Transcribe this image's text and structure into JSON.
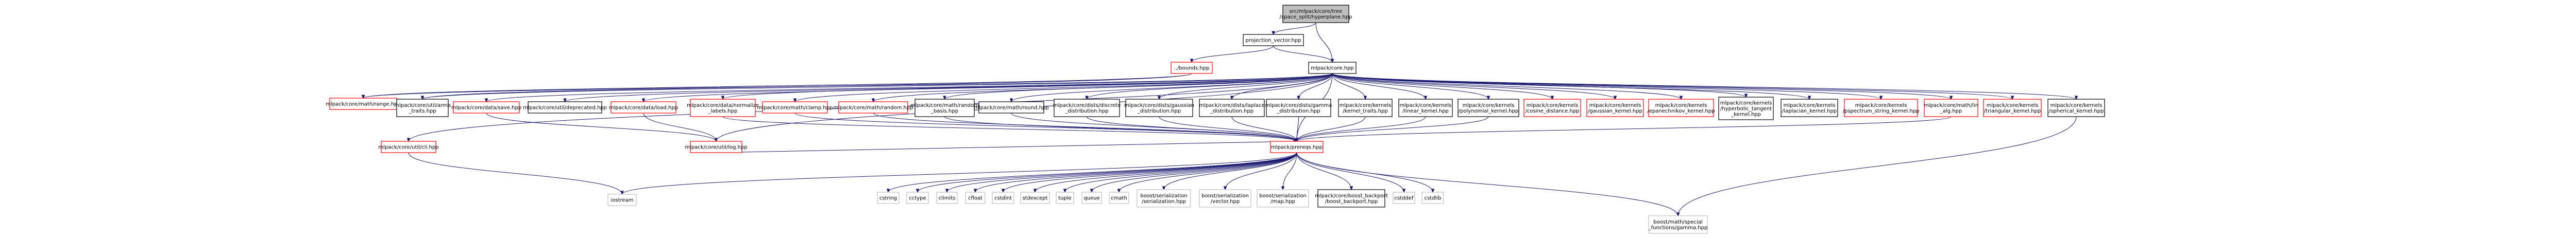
{
  "graph": {
    "nodes": [
      {
        "id": "root",
        "label": [
          "src/mlpack/core/tree",
          "/space_split/hyperplane.hpp"
        ],
        "style": "root"
      },
      {
        "id": "projvec",
        "label": [
          "projection_vector.hpp"
        ],
        "style": "normal"
      },
      {
        "id": "bounds",
        "label": [
          "../bounds.hpp"
        ],
        "style": "red"
      },
      {
        "id": "core",
        "label": [
          "mlpack/core.hpp"
        ],
        "style": "normal"
      },
      {
        "id": "range",
        "label": [
          "mlpack/core/math/range.hpp"
        ],
        "style": "red"
      },
      {
        "id": "arma_traits",
        "label": [
          "mlpack/core/util/arma",
          "_traits.hpp"
        ],
        "style": "normal"
      },
      {
        "id": "data_save",
        "label": [
          "mlpack/core/data/save.hpp"
        ],
        "style": "red"
      },
      {
        "id": "deprecated",
        "label": [
          "mlpack/core/util/deprecated.hpp"
        ],
        "style": "normal"
      },
      {
        "id": "data_load",
        "label": [
          "mlpack/core/data/load.hpp"
        ],
        "style": "red"
      },
      {
        "id": "normalize_labels",
        "label": [
          "mlpack/core/data/normalize",
          "_labels.hpp"
        ],
        "style": "red"
      },
      {
        "id": "clamp",
        "label": [
          "mlpack/core/math/clamp.hpp"
        ],
        "style": "red"
      },
      {
        "id": "random",
        "label": [
          "mlpack/core/math/random.hpp"
        ],
        "style": "red"
      },
      {
        "id": "random_basis",
        "label": [
          "mlpack/core/math/random",
          "_basis.hpp"
        ],
        "style": "normal"
      },
      {
        "id": "round",
        "label": [
          "mlpack/core/math/round.hpp"
        ],
        "style": "normal"
      },
      {
        "id": "discrete",
        "label": [
          "mlpack/core/dists/discrete",
          "_distribution.hpp"
        ],
        "style": "normal"
      },
      {
        "id": "gaussian_dist",
        "label": [
          "mlpack/core/dists/gaussian",
          "_distribution.hpp"
        ],
        "style": "normal"
      },
      {
        "id": "laplace_dist",
        "label": [
          "mlpack/core/dists/laplace",
          "_distribution.hpp"
        ],
        "style": "normal"
      },
      {
        "id": "gamma_dist",
        "label": [
          "mlpack/core/dists/gamma",
          "_distribution.hpp"
        ],
        "style": "normal"
      },
      {
        "id": "kernel_traits",
        "label": [
          "mlpack/core/kernels",
          "/kernel_traits.hpp"
        ],
        "style": "normal"
      },
      {
        "id": "linear_kernel",
        "label": [
          "mlpack/core/kernels",
          "/linear_kernel.hpp"
        ],
        "style": "normal"
      },
      {
        "id": "polynomial_kernel",
        "label": [
          "mlpack/core/kernels",
          "/polynomial_kernel.hpp"
        ],
        "style": "normal"
      },
      {
        "id": "cosine_distance",
        "label": [
          "mlpack/core/kernels",
          "/cosine_distance.hpp"
        ],
        "style": "red"
      },
      {
        "id": "gaussian_kernel",
        "label": [
          "mlpack/core/kernels",
          "/gaussian_kernel.hpp"
        ],
        "style": "red"
      },
      {
        "id": "epanechnikov",
        "label": [
          "mlpack/core/kernels",
          "/epanechnikov_kernel.hpp"
        ],
        "style": "red"
      },
      {
        "id": "hyperbolic",
        "label": [
          "mlpack/core/kernels",
          "/hyperbolic_tangent",
          "_kernel.hpp"
        ],
        "style": "normal"
      },
      {
        "id": "laplacian_kernel",
        "label": [
          "mlpack/core/kernels",
          "/laplacian_kernel.hpp"
        ],
        "style": "normal"
      },
      {
        "id": "pspectrum",
        "label": [
          "mlpack/core/kernels",
          "/pspectrum_string_kernel.hpp"
        ],
        "style": "red"
      },
      {
        "id": "lin_alg",
        "label": [
          "mlpack/core/math/lin",
          "_alg.hpp"
        ],
        "style": "red"
      },
      {
        "id": "triangular",
        "label": [
          "mlpack/core/kernels",
          "/triangular_kernel.hpp"
        ],
        "style": "red"
      },
      {
        "id": "spherical",
        "label": [
          "mlpack/core/kernels",
          "/spherical_kernel.hpp"
        ],
        "style": "normal"
      },
      {
        "id": "cli",
        "label": [
          "mlpack/core/util/cli.hpp"
        ],
        "style": "red"
      },
      {
        "id": "log",
        "label": [
          "mlpack/core/util/log.hpp"
        ],
        "style": "red"
      },
      {
        "id": "prereqs",
        "label": [
          "mlpack/prereqs.hpp"
        ],
        "style": "red"
      },
      {
        "id": "iostream",
        "label": [
          "iostream"
        ],
        "style": "ext"
      },
      {
        "id": "cstring",
        "label": [
          "cstring"
        ],
        "style": "ext"
      },
      {
        "id": "cctype",
        "label": [
          "cctype"
        ],
        "style": "ext"
      },
      {
        "id": "climits",
        "label": [
          "climits"
        ],
        "style": "ext"
      },
      {
        "id": "cfloat",
        "label": [
          "cfloat"
        ],
        "style": "ext"
      },
      {
        "id": "cstdint",
        "label": [
          "cstdint"
        ],
        "style": "ext"
      },
      {
        "id": "stdexcept",
        "label": [
          "stdexcept"
        ],
        "style": "ext"
      },
      {
        "id": "tuple",
        "label": [
          "tuple"
        ],
        "style": "ext"
      },
      {
        "id": "queue",
        "label": [
          "queue"
        ],
        "style": "ext"
      },
      {
        "id": "cmath",
        "label": [
          "cmath"
        ],
        "style": "ext"
      },
      {
        "id": "ser_serialization",
        "label": [
          "boost/serialization",
          "/serialization.hpp"
        ],
        "style": "ext"
      },
      {
        "id": "ser_vector",
        "label": [
          "boost/serialization",
          "/vector.hpp"
        ],
        "style": "ext"
      },
      {
        "id": "ser_map",
        "label": [
          "boost/serialization",
          "/map.hpp"
        ],
        "style": "ext"
      },
      {
        "id": "boost_backport",
        "label": [
          "mlpack/core/boost_backport",
          "/boost_backport.hpp"
        ],
        "style": "normal"
      },
      {
        "id": "cstddef",
        "label": [
          "cstddef"
        ],
        "style": "ext"
      },
      {
        "id": "cstdlib",
        "label": [
          "cstdlib"
        ],
        "style": "ext"
      },
      {
        "id": "gamma_fn",
        "label": [
          "boost/math/special",
          "_functions/gamma.hpp"
        ],
        "style": "ext"
      }
    ],
    "edges": [
      [
        "root",
        "projvec"
      ],
      [
        "root",
        "core"
      ],
      [
        "projvec",
        "bounds"
      ],
      [
        "projvec",
        "core"
      ],
      [
        "bounds",
        "range"
      ],
      [
        "bounds",
        "arma_traits"
      ],
      [
        "core",
        "range"
      ],
      [
        "core",
        "arma_traits"
      ],
      [
        "core",
        "cli"
      ],
      [
        "core",
        "data_save"
      ],
      [
        "core",
        "deprecated"
      ],
      [
        "core",
        "data_load"
      ],
      [
        "core",
        "normalize_labels"
      ],
      [
        "core",
        "clamp"
      ],
      [
        "core",
        "random"
      ],
      [
        "core",
        "random_basis"
      ],
      [
        "core",
        "round"
      ],
      [
        "core",
        "discrete"
      ],
      [
        "core",
        "gaussian_dist"
      ],
      [
        "core",
        "laplace_dist"
      ],
      [
        "core",
        "gamma_dist"
      ],
      [
        "core",
        "kernel_traits"
      ],
      [
        "core",
        "linear_kernel"
      ],
      [
        "core",
        "polynomial_kernel"
      ],
      [
        "core",
        "cosine_distance"
      ],
      [
        "core",
        "gaussian_kernel"
      ],
      [
        "core",
        "epanechnikov"
      ],
      [
        "core",
        "hyperbolic"
      ],
      [
        "core",
        "laplacian_kernel"
      ],
      [
        "core",
        "pspectrum"
      ],
      [
        "core",
        "lin_alg"
      ],
      [
        "core",
        "triangular"
      ],
      [
        "core",
        "spherical"
      ],
      [
        "core",
        "log"
      ],
      [
        "core",
        "prereqs"
      ],
      [
        "data_save",
        "log"
      ],
      [
        "data_load",
        "log"
      ],
      [
        "cli",
        "iostream"
      ],
      [
        "log",
        "prereqs"
      ],
      [
        "normalize_labels",
        "prereqs"
      ],
      [
        "clamp",
        "prereqs"
      ],
      [
        "random",
        "prereqs"
      ],
      [
        "random_basis",
        "prereqs"
      ],
      [
        "round",
        "prereqs"
      ],
      [
        "discrete",
        "prereqs"
      ],
      [
        "gaussian_dist",
        "prereqs"
      ],
      [
        "laplace_dist",
        "prereqs"
      ],
      [
        "gamma_dist",
        "prereqs"
      ],
      [
        "kernel_traits",
        "prereqs"
      ],
      [
        "linear_kernel",
        "prereqs"
      ],
      [
        "polynomial_kernel",
        "prereqs"
      ],
      [
        "lin_alg",
        "prereqs"
      ],
      [
        "spherical",
        "gamma_fn"
      ],
      [
        "prereqs",
        "iostream"
      ],
      [
        "prereqs",
        "cstring"
      ],
      [
        "prereqs",
        "cctype"
      ],
      [
        "prereqs",
        "climits"
      ],
      [
        "prereqs",
        "cfloat"
      ],
      [
        "prereqs",
        "cstdint"
      ],
      [
        "prereqs",
        "stdexcept"
      ],
      [
        "prereqs",
        "tuple"
      ],
      [
        "prereqs",
        "queue"
      ],
      [
        "prereqs",
        "cmath"
      ],
      [
        "prereqs",
        "ser_serialization"
      ],
      [
        "prereqs",
        "ser_vector"
      ],
      [
        "prereqs",
        "ser_map"
      ],
      [
        "prereqs",
        "boost_backport"
      ],
      [
        "prereqs",
        "cstddef"
      ],
      [
        "prereqs",
        "cstdlib"
      ],
      [
        "prereqs",
        "gamma_fn"
      ]
    ]
  }
}
